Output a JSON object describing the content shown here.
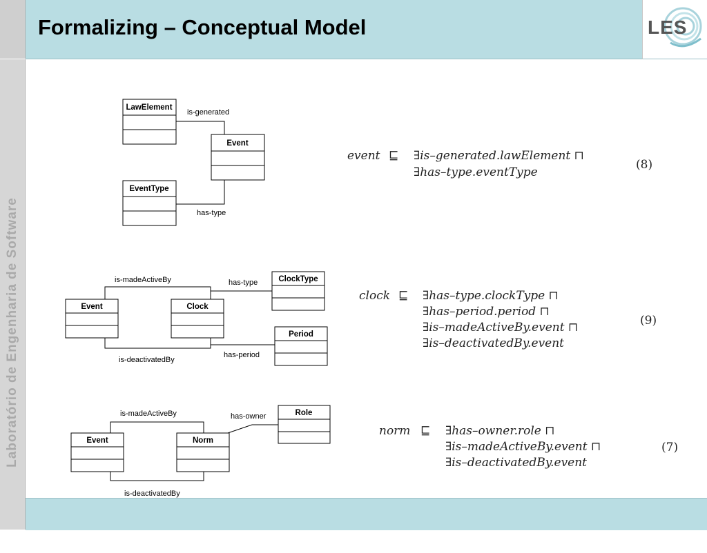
{
  "slide": {
    "title": "Formalizing – Conceptual Model",
    "sidebar_text": "Laboratório de Engenharia de Software",
    "logo_text": "LES"
  },
  "diagrams": [
    {
      "classes": [
        "LawElement",
        "Event",
        "EventType"
      ],
      "relations": [
        "is-generated",
        "has-type"
      ]
    },
    {
      "classes": [
        "Event",
        "Clock",
        "ClockType",
        "Period"
      ],
      "relations": [
        "is-madeActiveBy",
        "has-type",
        "is-deactivatedBy",
        "has-period"
      ]
    },
    {
      "classes": [
        "Event",
        "Norm",
        "Role"
      ],
      "relations": [
        "is-madeActiveBy",
        "has-owner",
        "is-deactivatedBy"
      ]
    }
  ],
  "formulas": [
    {
      "lhs": "event",
      "subsumes": "⊑",
      "lines": [
        "∃is–generated.lawElement ⊓",
        "∃has–type.eventType"
      ],
      "number": "(8)"
    },
    {
      "lhs": "clock",
      "subsumes": "⊑",
      "lines": [
        "∃has–type.clockType ⊓",
        "∃has–period.period ⊓",
        "∃is–madeActiveBy.event ⊓",
        "∃is–deactivatedBy.event"
      ],
      "number": "(9)"
    },
    {
      "lhs": "norm",
      "subsumes": "⊑",
      "lines": [
        "∃has–owner.role ⊓",
        "∃is–madeActiveBy.event ⊓",
        "∃is–deactivatedBy.event"
      ],
      "number": "(7)"
    }
  ]
}
